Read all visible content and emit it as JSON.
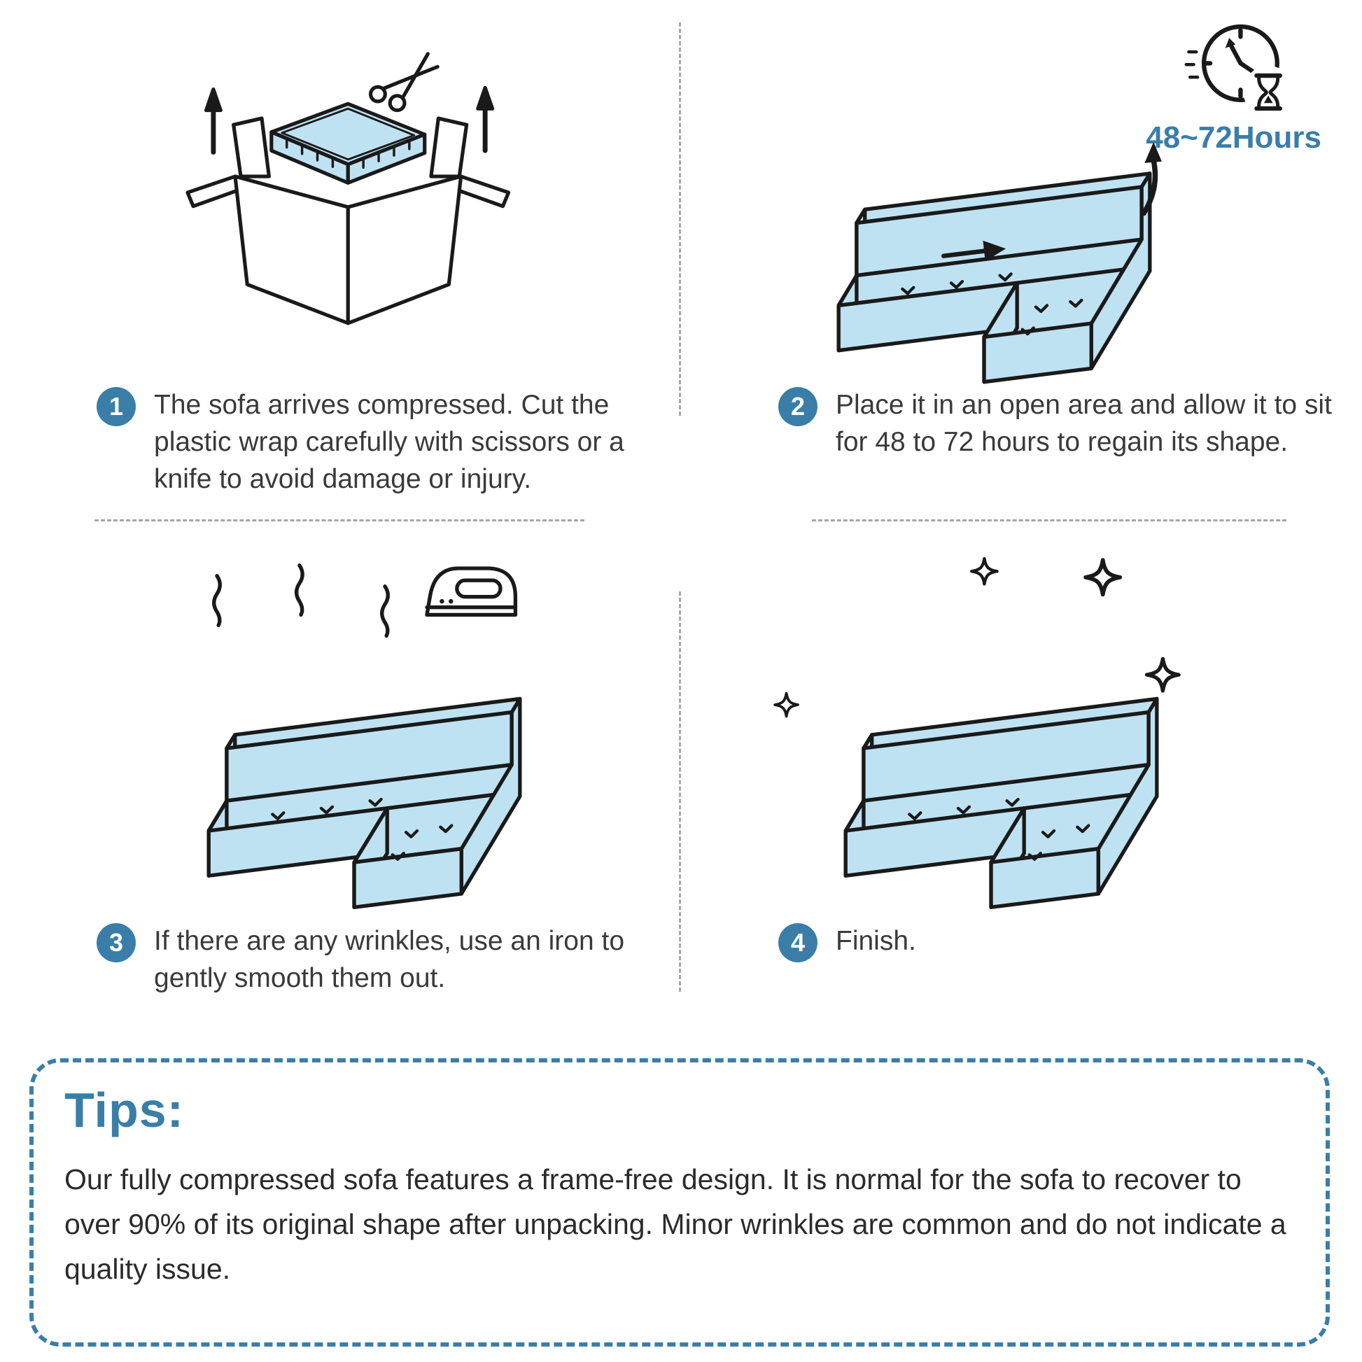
{
  "colors": {
    "accent": "#3a7ea8",
    "sofa_fill": "#bfe2f2",
    "outline": "#1a1a1a",
    "text": "#3a3a3a",
    "divider": "#a3a8ae"
  },
  "steps": [
    {
      "number": "1",
      "text": "The sofa arrives compressed. Cut the plastic wrap carefully with scissors or a knife to avoid damage or injury."
    },
    {
      "number": "2",
      "text": "Place it in an open area and allow it to sit for 48 to 72 hours to regain its shape.",
      "duration_label": "48~72Hours"
    },
    {
      "number": "3",
      "text": "If there are any wrinkles, use an iron to gently smooth them out."
    },
    {
      "number": "4",
      "text": "Finish."
    }
  ],
  "tips": {
    "title": "Tips:",
    "body": "Our fully compressed sofa features a frame-free design. It is normal for the sofa to recover to over 90% of its original shape after unpacking. Minor wrinkles are common and do not indicate a quality issue."
  }
}
